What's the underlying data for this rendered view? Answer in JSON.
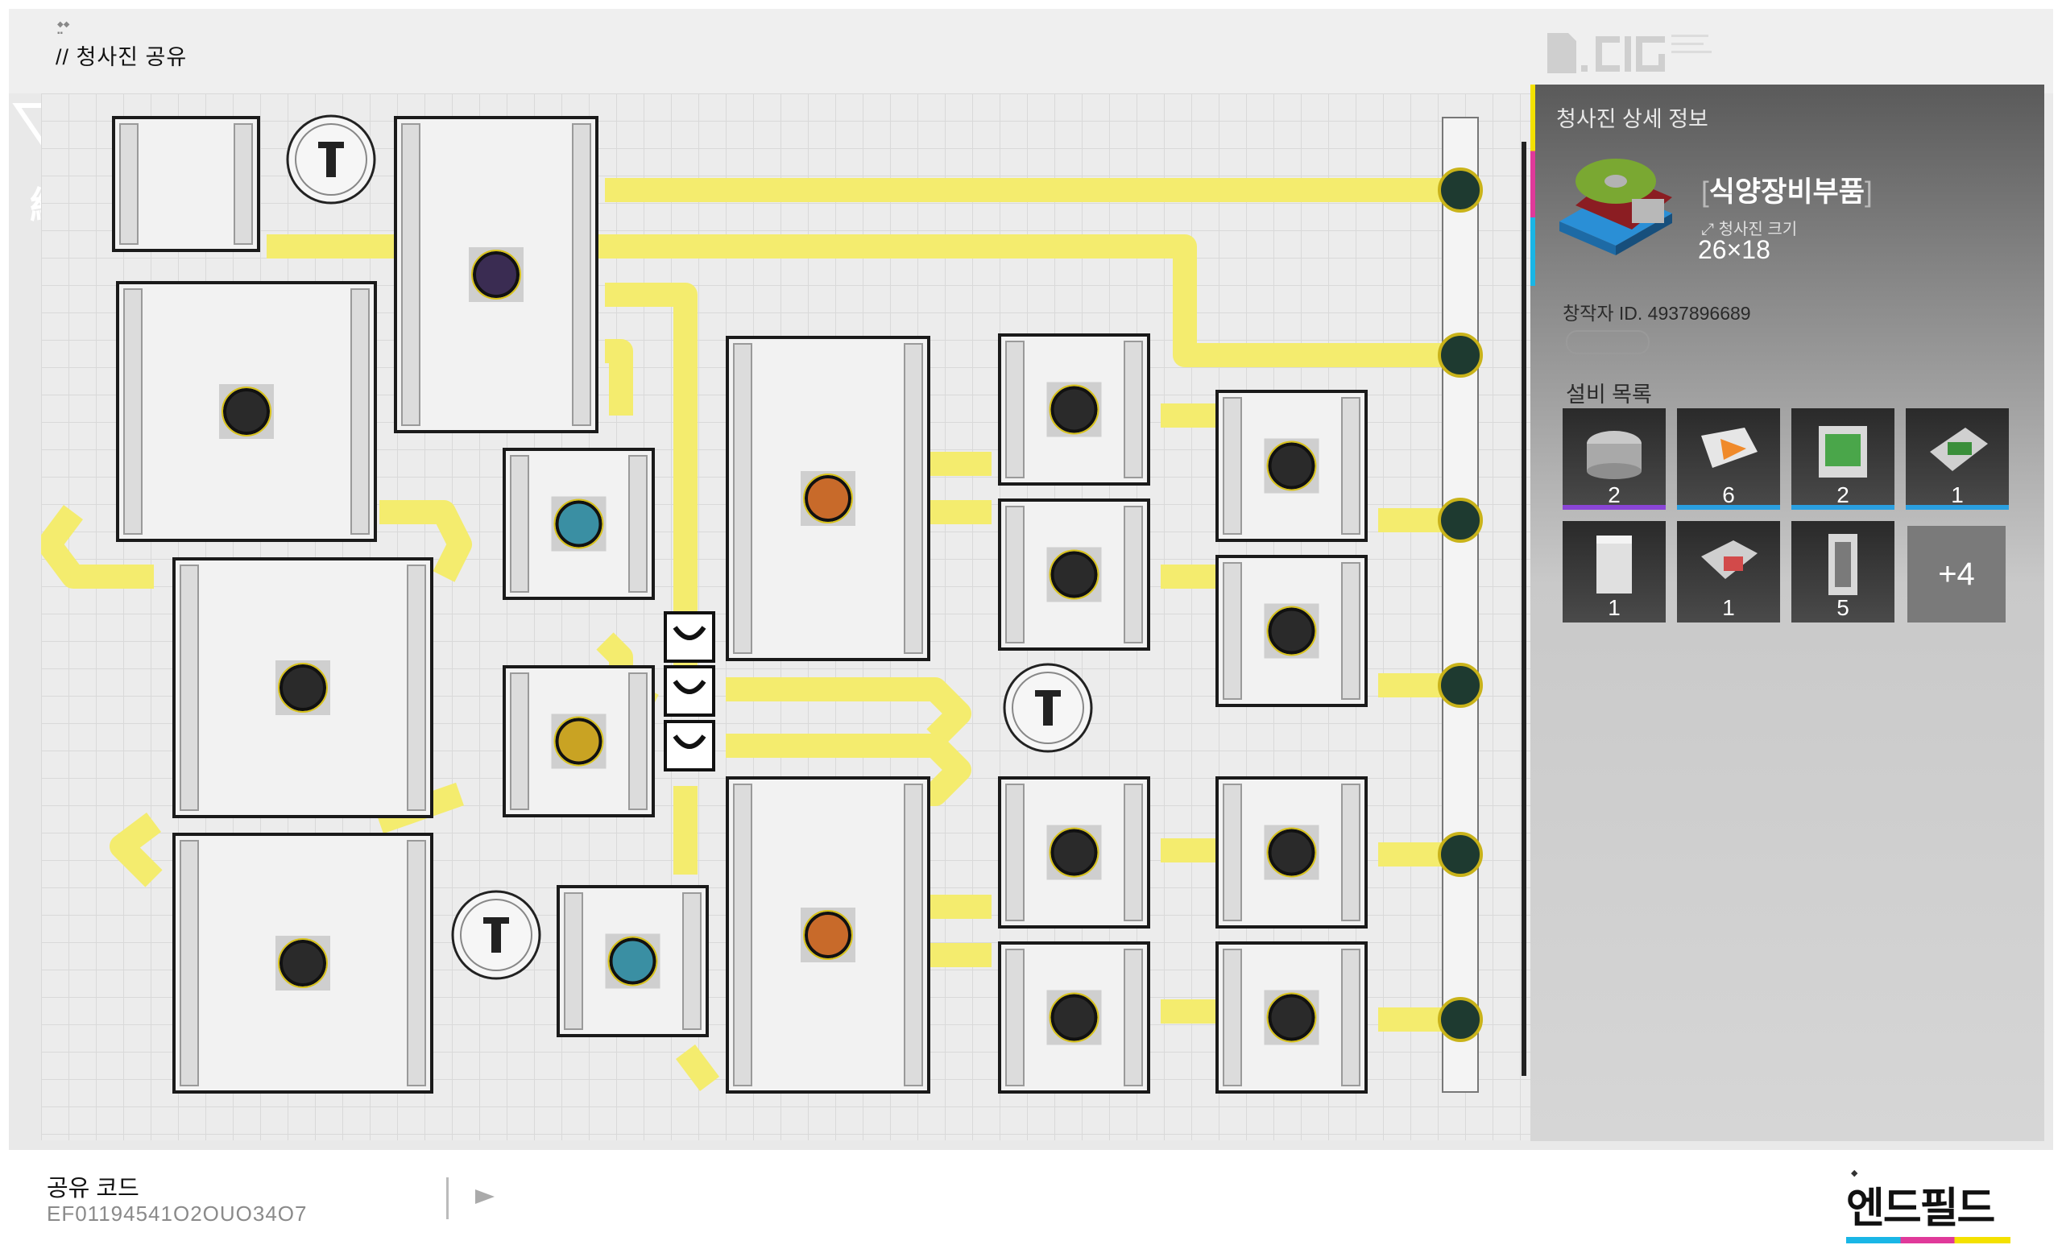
{
  "header": {
    "title": "// 청사진 공유"
  },
  "panel": {
    "title": "청사진 상세 정보",
    "blueprint_name": "식양장비부품",
    "size_label": "청사진 크기",
    "size_value": "26×18",
    "creator": "창작자 ID. 4937896689",
    "equipment_title": "설비 목록",
    "equipment": [
      {
        "icon": "refinery-icon",
        "count": "2",
        "bar_color": "#8a45d6"
      },
      {
        "icon": "shredder-icon",
        "count": "6",
        "bar_color": "#2a9fe0"
      },
      {
        "icon": "assembler-icon",
        "count": "2",
        "bar_color": "#2a9fe0"
      },
      {
        "icon": "circuit-machine-icon",
        "count": "1",
        "bar_color": "#2a9fe0"
      },
      {
        "icon": "storage-tower-icon",
        "count": "1",
        "bar_color": ""
      },
      {
        "icon": "splitter-icon",
        "count": "1",
        "bar_color": ""
      },
      {
        "icon": "tower-rack-icon",
        "count": "5",
        "bar_color": ""
      }
    ],
    "more_label": "+4"
  },
  "footer": {
    "share_label": "공유 코드",
    "share_code": "EF01194541O2OUO34O7",
    "brand": "엔드필드"
  },
  "colors": {
    "belt": "#f4ec6e",
    "panel_accent_yellow": "#f4e100",
    "panel_accent_magenta": "#e0399a",
    "panel_accent_cyan": "#19b6e6"
  }
}
